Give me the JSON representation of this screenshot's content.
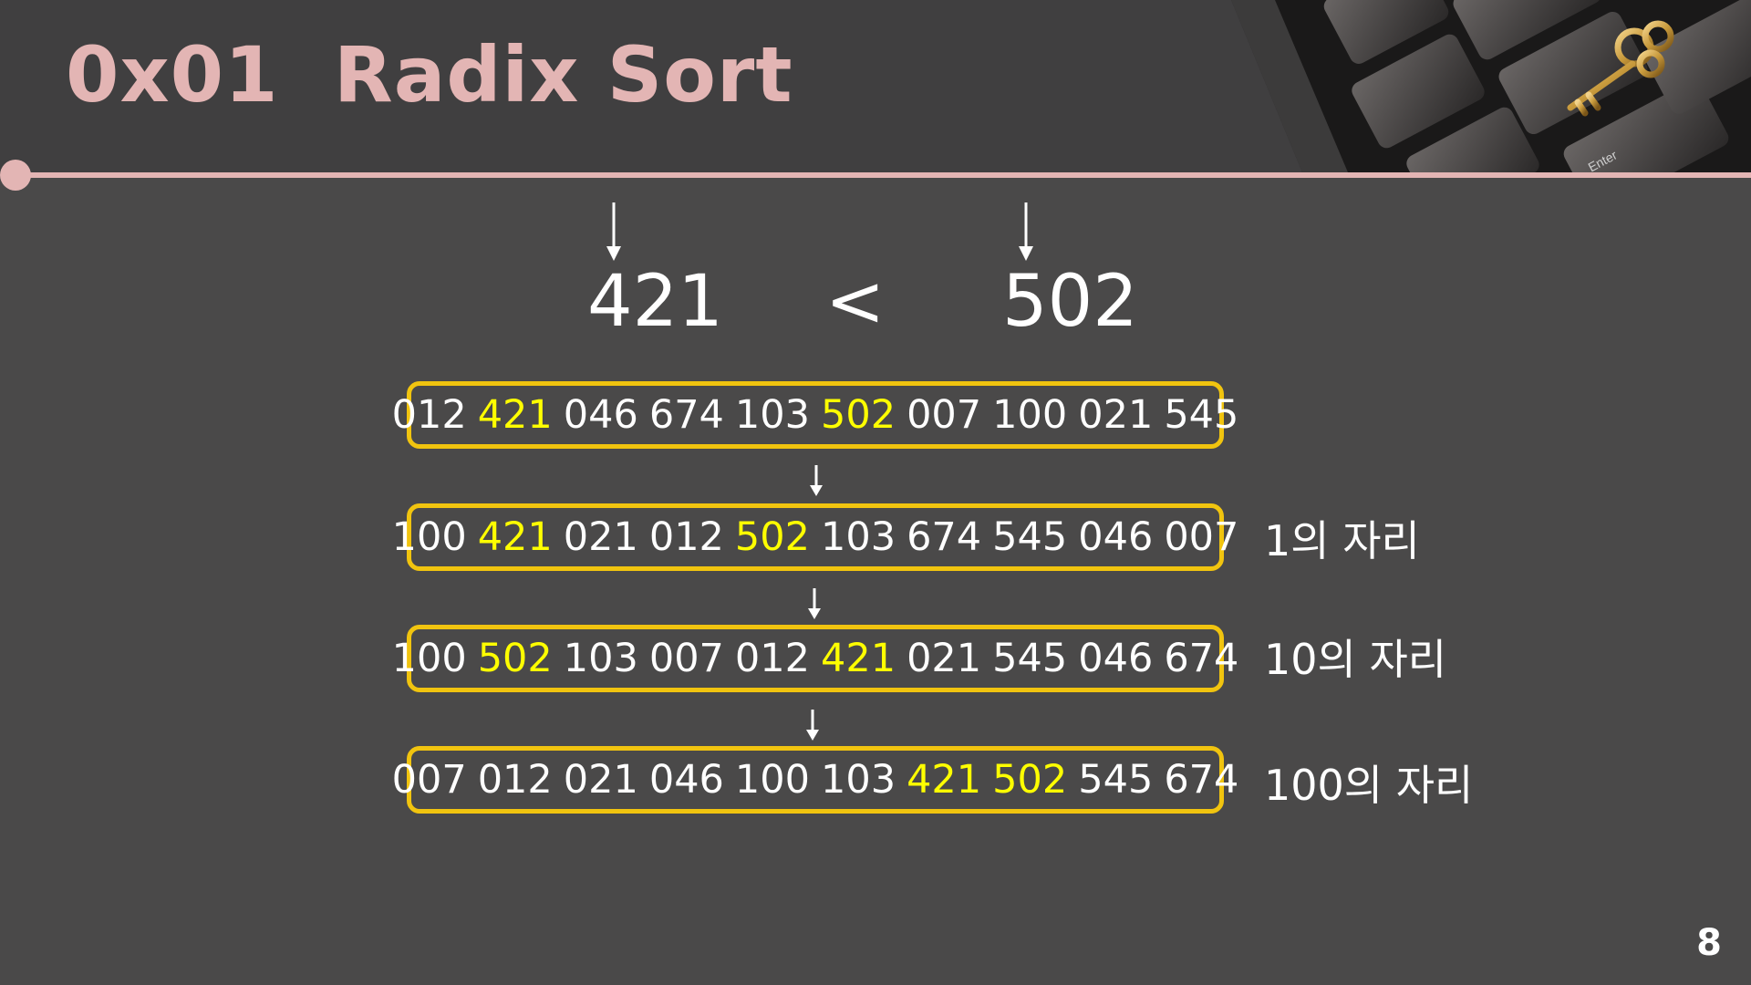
{
  "slide": {
    "title": "0x01  Radix Sort",
    "page_number": "8"
  },
  "comparison": {
    "left": "421",
    "operator": "<",
    "right": "502"
  },
  "rows": [
    {
      "numbers": [
        {
          "text": "012",
          "highlight": false
        },
        {
          "text": "421",
          "highlight": true
        },
        {
          "text": "046",
          "highlight": false
        },
        {
          "text": "674",
          "highlight": false
        },
        {
          "text": "103",
          "highlight": false
        },
        {
          "text": "502",
          "highlight": true
        },
        {
          "text": "007",
          "highlight": false
        },
        {
          "text": "100",
          "highlight": false
        },
        {
          "text": "021",
          "highlight": false
        },
        {
          "text": "545",
          "highlight": false
        }
      ],
      "label": ""
    },
    {
      "numbers": [
        {
          "text": "100",
          "highlight": false
        },
        {
          "text": "421",
          "highlight": true
        },
        {
          "text": "021",
          "highlight": false
        },
        {
          "text": "012",
          "highlight": false
        },
        {
          "text": "502",
          "highlight": true
        },
        {
          "text": "103",
          "highlight": false
        },
        {
          "text": "674",
          "highlight": false
        },
        {
          "text": "545",
          "highlight": false
        },
        {
          "text": "046",
          "highlight": false
        },
        {
          "text": "007",
          "highlight": false
        }
      ],
      "label": "1의 자리"
    },
    {
      "numbers": [
        {
          "text": "100",
          "highlight": false
        },
        {
          "text": "502",
          "highlight": true
        },
        {
          "text": "103",
          "highlight": false
        },
        {
          "text": "007",
          "highlight": false
        },
        {
          "text": "012",
          "highlight": false
        },
        {
          "text": "421",
          "highlight": true
        },
        {
          "text": "021",
          "highlight": false
        },
        {
          "text": "545",
          "highlight": false
        },
        {
          "text": "046",
          "highlight": false
        },
        {
          "text": "674",
          "highlight": false
        }
      ],
      "label": "10의 자리"
    },
    {
      "numbers": [
        {
          "text": "007",
          "highlight": false
        },
        {
          "text": "012",
          "highlight": false
        },
        {
          "text": "021",
          "highlight": false
        },
        {
          "text": "046",
          "highlight": false
        },
        {
          "text": "100",
          "highlight": false
        },
        {
          "text": "103",
          "highlight": false
        },
        {
          "text": "421",
          "highlight": true
        },
        {
          "text": "502",
          "highlight": true
        },
        {
          "text": "545",
          "highlight": false
        },
        {
          "text": "674",
          "highlight": false
        }
      ],
      "label": "100의 자리"
    }
  ],
  "colors": {
    "title": "#e3b5b4",
    "background": "#4a4949",
    "box_border": "#f1c40f",
    "highlight": "#ffff00",
    "text": "#ffffff"
  },
  "decor": {
    "header_image": "keyboard-with-golden-key",
    "key_label": "Enter"
  }
}
